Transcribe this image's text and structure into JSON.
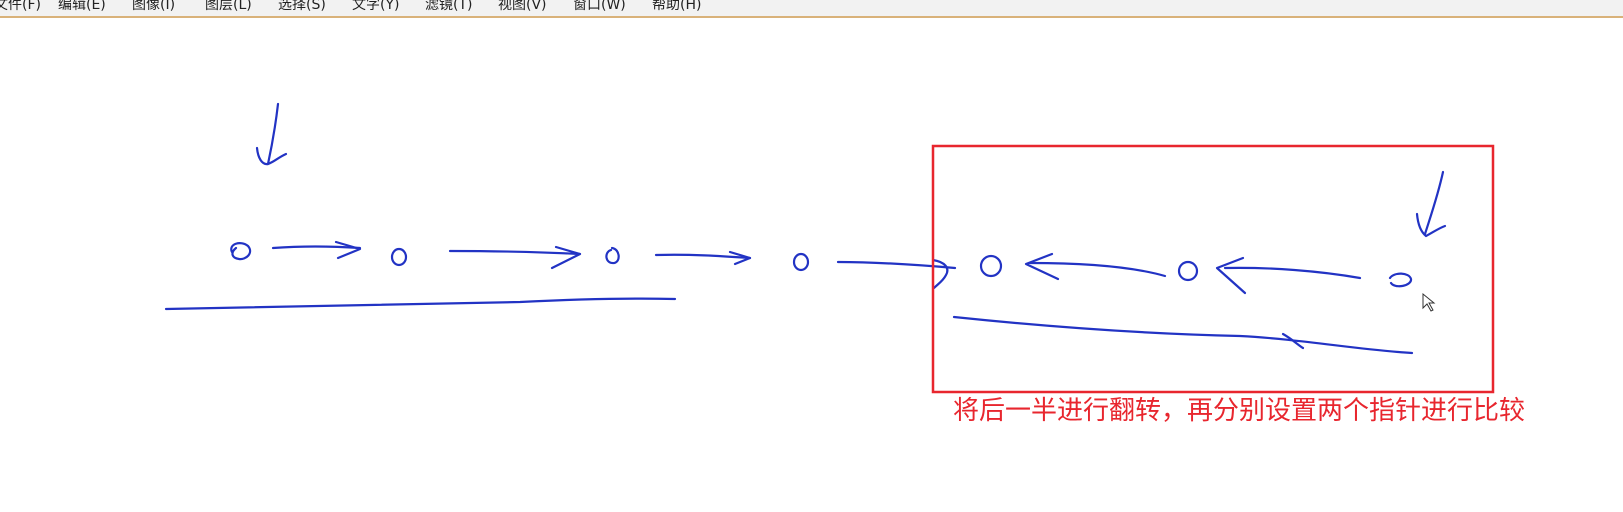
{
  "menubar": {
    "items": [
      {
        "id": "file",
        "label": "文件(F)"
      },
      {
        "id": "edit",
        "label": "编辑(E)"
      },
      {
        "id": "image",
        "label": "图像(I)"
      },
      {
        "id": "layer",
        "label": "图层(L)"
      },
      {
        "id": "select",
        "label": "选择(S)"
      },
      {
        "id": "type",
        "label": "文字(Y)"
      },
      {
        "id": "filter",
        "label": "滤镜(T)"
      },
      {
        "id": "view",
        "label": "视图(V)"
      },
      {
        "id": "window",
        "label": "窗口(W)"
      },
      {
        "id": "help",
        "label": "帮助(H)"
      }
    ]
  },
  "annotation": {
    "caption": "将后一半进行翻转，再分别设置两个指针进行比较"
  },
  "colors": {
    "ink": "#2233c4",
    "highlight": "#e8262e",
    "menubar_bg": "#f2f2f2"
  }
}
